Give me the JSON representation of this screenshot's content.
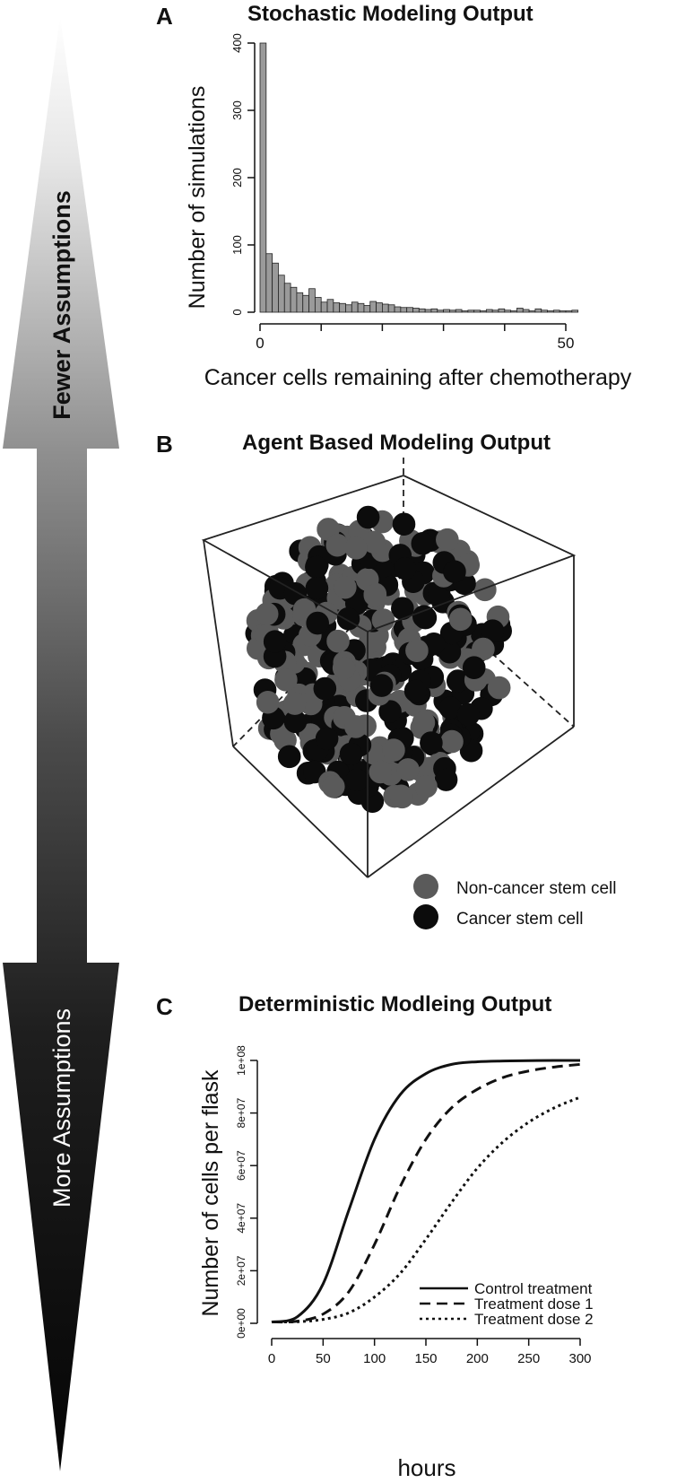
{
  "arrow": {
    "top_label": "Fewer Assumptions",
    "bottom_label": "More Assumptions"
  },
  "panels": {
    "a": {
      "letter": "A",
      "title": "Stochastic Modeling Output"
    },
    "b": {
      "letter": "B",
      "title": "Agent Based Modeling Output"
    },
    "c": {
      "letter": "C",
      "title": "Deterministic Modleing Output"
    }
  },
  "colors": {
    "bar_fill": "#9a9a9a",
    "non_cancer": "#5a5a5a",
    "cancer": "#0c0c0c",
    "arrow_light": "#f4f4f4",
    "arrow_dark": "#0a0a0a"
  },
  "chart_data": [
    {
      "type": "bar",
      "title": "Stochastic Modeling Output",
      "xlabel": "Cancer cells remaining after chemotherapy",
      "ylabel": "Number of simulations",
      "x_ticks": [
        0,
        10,
        20,
        30,
        40,
        50
      ],
      "x_tick_labels": [
        "0",
        "",
        "",
        "",
        "",
        "50"
      ],
      "y_ticks": [
        0,
        100,
        200,
        300,
        400
      ],
      "y_tick_labels": [
        "0",
        "100",
        "200",
        "300",
        "400"
      ],
      "xlim": [
        0,
        52
      ],
      "ylim": [
        0,
        400
      ],
      "bin_width": 1,
      "values": [
        400,
        87,
        73,
        55,
        43,
        37,
        29,
        25,
        35,
        22,
        15,
        19,
        14,
        13,
        11,
        15,
        13,
        10,
        16,
        14,
        12,
        11,
        8,
        7,
        7,
        6,
        5,
        4,
        5,
        3,
        4,
        3,
        4,
        2,
        3,
        3,
        2,
        4,
        3,
        5,
        3,
        2,
        6,
        4,
        2,
        5,
        3,
        2,
        3,
        2,
        2,
        3
      ]
    },
    {
      "type": "scatter",
      "title": "Agent Based Modeling Output",
      "legend": [
        {
          "name": "Non-cancer stem cell",
          "color": "#5a5a5a"
        },
        {
          "name": "Cancer stem cell",
          "color": "#0c0c0c"
        }
      ]
    },
    {
      "type": "line",
      "title": "Deterministic Modleing Output",
      "xlabel": "hours",
      "ylabel": "Number of cells per flask",
      "x_ticks": [
        0,
        50,
        100,
        150,
        200,
        250,
        300
      ],
      "x_tick_labels": [
        "0",
        "50",
        "100",
        "150",
        "200",
        "250",
        "300"
      ],
      "y_ticks": [
        0,
        20000000,
        40000000,
        60000000,
        80000000,
        100000000
      ],
      "y_tick_labels": [
        "0e+00",
        "2e+07",
        "4e+07",
        "6e+07",
        "8e+07",
        "1e+08"
      ],
      "xlim": [
        0,
        300
      ],
      "ylim": [
        0,
        100000000
      ],
      "legend_position": "bottom-right",
      "series": [
        {
          "name": "Control treatment",
          "dash": "solid",
          "x": [
            0,
            25,
            50,
            75,
            100,
            125,
            150,
            175,
            200,
            225,
            250,
            275,
            300
          ],
          "y": [
            500000,
            2500000,
            15000000,
            43000000,
            70000000,
            87000000,
            95000000,
            98500000,
            99500000,
            99800000,
            99900000,
            100000000,
            100000000
          ]
        },
        {
          "name": "Treatment dose 1",
          "dash": "dashed",
          "x": [
            0,
            25,
            50,
            75,
            100,
            125,
            150,
            175,
            200,
            225,
            250,
            275,
            300
          ],
          "y": [
            500000,
            800000,
            3500000,
            12000000,
            30000000,
            52000000,
            70000000,
            82000000,
            89000000,
            93500000,
            96000000,
            97500000,
            98500000
          ]
        },
        {
          "name": "Treatment dose 2",
          "dash": "dotted",
          "x": [
            0,
            25,
            50,
            75,
            100,
            125,
            150,
            175,
            200,
            225,
            250,
            275,
            300
          ],
          "y": [
            500000,
            600000,
            1500000,
            4000000,
            10000000,
            19000000,
            32000000,
            46000000,
            59000000,
            69000000,
            76500000,
            82000000,
            86000000
          ]
        }
      ]
    }
  ]
}
